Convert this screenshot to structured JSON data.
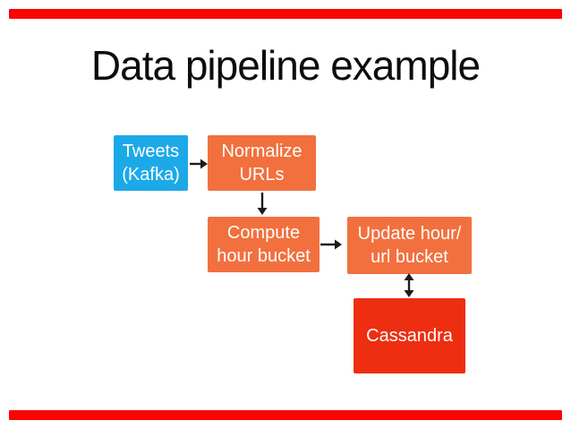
{
  "slide": {
    "title": "Data pipeline example"
  },
  "diagram": {
    "tweets": {
      "line1": "Tweets",
      "line2": "(Kafka)"
    },
    "normalize": {
      "line1": "Normalize",
      "line2": "URLs"
    },
    "compute": {
      "line1": "Compute",
      "line2": "hour bucket"
    },
    "update": {
      "line1": "Update hour/",
      "line2": "url bucket"
    },
    "cassandra": {
      "label": "Cassandra"
    }
  },
  "colors": {
    "kafka_blue": "#1ca9e8",
    "stage_orange": "#f2703e",
    "cassandra_red": "#ee2e11",
    "edge_marker_red": "#fb0400",
    "arrow_black": "#1c1c1c",
    "title_text": "#0d0d0d",
    "box_text": "#ffffff",
    "background": "#ffffff"
  }
}
